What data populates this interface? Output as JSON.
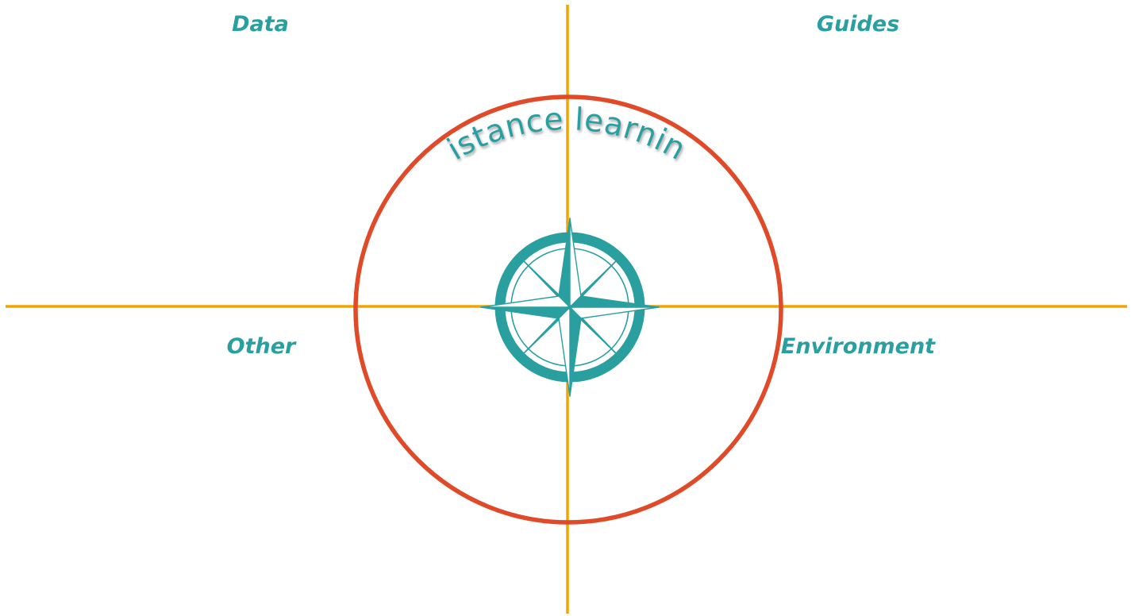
{
  "title": "distance learning",
  "quadrants": {
    "top_left": "Data",
    "top_right": "Guides",
    "bottom_left": "Other",
    "bottom_right": "Environment"
  },
  "center_icon": "compass-rose-icon",
  "colors": {
    "axis": "#f0a500",
    "circle": "#e04a28",
    "teal": "#2a9fa0",
    "background": "#ffffff"
  }
}
